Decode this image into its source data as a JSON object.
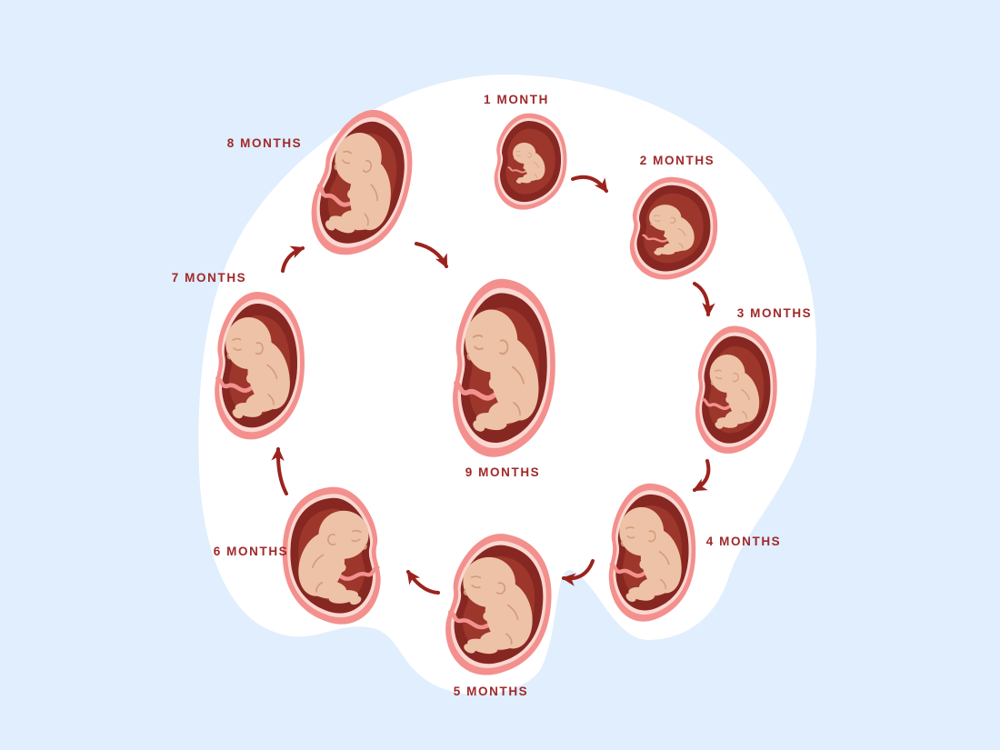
{
  "diagram": {
    "type": "cycle-diagram",
    "subject": "pregnancy-fetal-development-by-month",
    "stages": [
      {
        "id": 1,
        "label": "1 MONTH"
      },
      {
        "id": 2,
        "label": "2 MONTHS"
      },
      {
        "id": 3,
        "label": "3 MONTHS"
      },
      {
        "id": 4,
        "label": "4 MONTHS"
      },
      {
        "id": 5,
        "label": "5 MONTHS"
      },
      {
        "id": 6,
        "label": "6 MONTHS"
      },
      {
        "id": 7,
        "label": "7 MONTHS"
      },
      {
        "id": 8,
        "label": "8 MONTHS"
      },
      {
        "id": 9,
        "label": "9 MONTHS"
      }
    ],
    "flow": [
      "1→2",
      "2→3",
      "3→4",
      "4→5",
      "5→6",
      "6→7",
      "7→8",
      "8→9"
    ]
  },
  "colors": {
    "background": "#e0eefd",
    "blob_background": "#ffffff",
    "womb_outer": "#f3908e",
    "womb_inner_ring": "#fbd8d1",
    "womb_interior_dark": "#872722",
    "womb_interior_light": "#9d362b",
    "fetus_skin": "#eec2a6",
    "fetus_shading": "#d49b7c",
    "umbilical_cord": "#f2928e",
    "label_text": "#a1292a",
    "arrow": "#9b231d"
  }
}
